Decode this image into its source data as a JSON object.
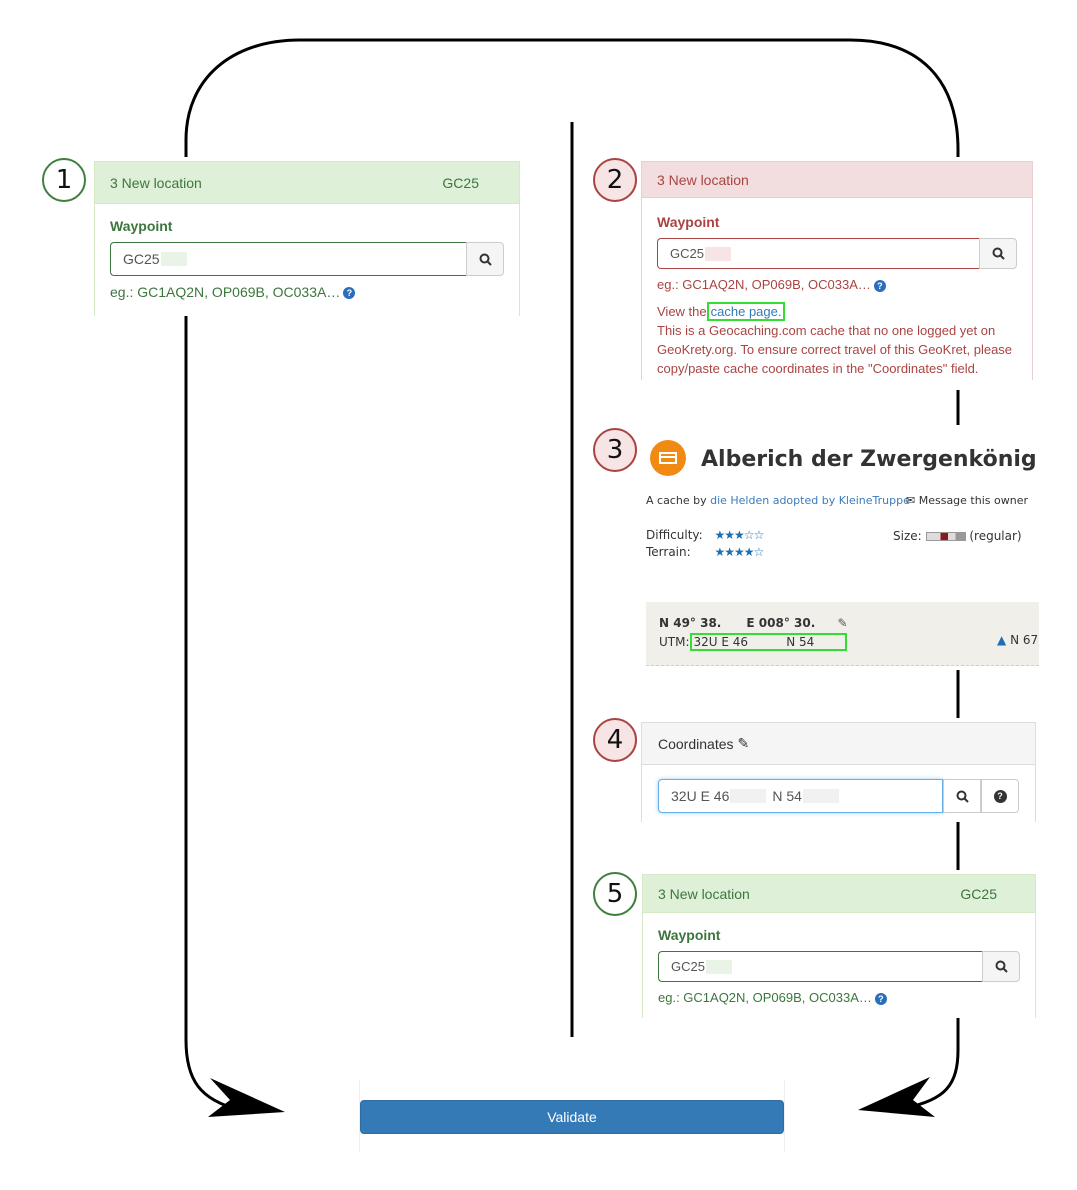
{
  "steps": [
    "1",
    "2",
    "3",
    "4",
    "5"
  ],
  "panel1": {
    "title": "3 New location",
    "waypoint_code": "GC25",
    "label": "Waypoint",
    "value": "GC25",
    "hint": "eg.: GC1AQ2N, OP069B, OC033A…"
  },
  "panel2": {
    "title": "3 New location",
    "label": "Waypoint",
    "value": "GC25",
    "hint": "eg.: GC1AQ2N, OP069B, OC033A…",
    "view_prefix": "View the",
    "view_link": "cache page.",
    "message": "This is a Geocaching.com cache that no one logged yet on GeoKrety.org. To ensure correct travel of this GeoKret, please copy/paste cache coordinates in the \"Coordinates\" field."
  },
  "cache_page": {
    "title": "Alberich der Zwergenkönig",
    "by_prefix": "A cache by",
    "owner": "die Helden adopted by KleineTruppe",
    "message_owner": "Message this owner",
    "difficulty_label": "Difficulty:",
    "terrain_label": "Terrain:",
    "size_label": "Size:",
    "size_value": "(regular)",
    "coords_line": "N 49° 38.      E 008° 30.",
    "utm_label": "UTM:",
    "utm_value": "32U E 46          N 54",
    "heading": "N 67"
  },
  "coordinates_panel": {
    "title": "Coordinates",
    "value_a": "32U E 46",
    "value_b": "N 54"
  },
  "panel5": {
    "title": "3 New location",
    "waypoint_code": "GC25",
    "label": "Waypoint",
    "value": "GC25",
    "hint": "eg.: GC1AQ2N, OP069B, OC033A…"
  },
  "validate_label": "Validate",
  "colors": {
    "success": "#3c763d",
    "danger": "#a94442",
    "primary": "#337ab7",
    "highlight": "#33dd33",
    "cache_orange": "#f18a13"
  }
}
